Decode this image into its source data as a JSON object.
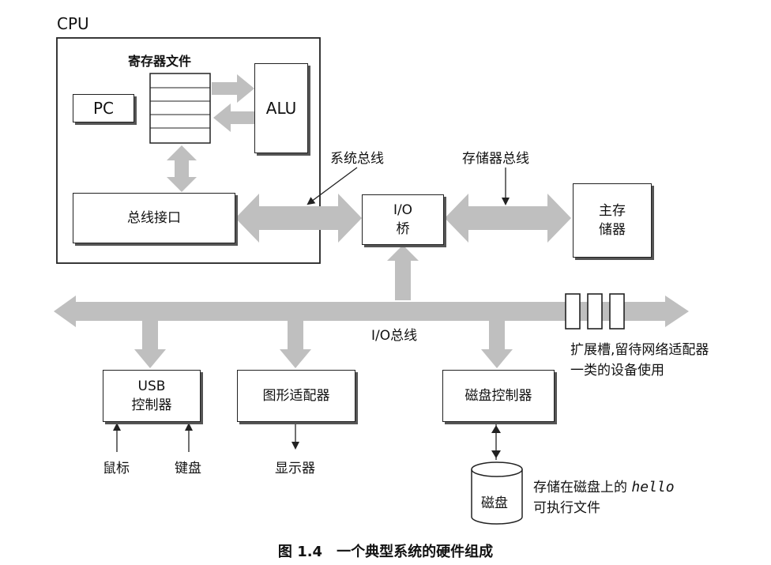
{
  "colors": {
    "bus": "#bfbfbf",
    "line": "#222222"
  },
  "cpu": {
    "label": "CPU"
  },
  "register_file": {
    "label": "寄存器文件"
  },
  "pc": {
    "label": "PC"
  },
  "alu": {
    "label": "ALU"
  },
  "bus_interface": {
    "label": "总线接口"
  },
  "system_bus": {
    "label": "系统总线"
  },
  "memory_bus": {
    "label": "存储器总线"
  },
  "io_bridge": {
    "line1": "I/O",
    "line2": "桥"
  },
  "main_memory": {
    "line1": "主存",
    "line2": "储器"
  },
  "io_bus": {
    "label": "I/O总线"
  },
  "expansion_slots": {
    "line1": "扩展槽,留待网络适配器",
    "line2": "一类的设备使用"
  },
  "usb_controller": {
    "line1": "USB",
    "line2": "控制器"
  },
  "graphics_adapter": {
    "label": "图形适配器"
  },
  "disk_controller": {
    "label": "磁盘控制器"
  },
  "mouse": {
    "label": "鼠标"
  },
  "keyboard": {
    "label": "键盘"
  },
  "display": {
    "label": "显示器"
  },
  "disk": {
    "label": "磁盘"
  },
  "disk_note": {
    "line1_prefix": "存储在磁盘上的",
    "line1_code": "hello",
    "line2": "可执行文件"
  },
  "caption": {
    "label": "图 1.4　一个典型系统的硬件组成"
  }
}
